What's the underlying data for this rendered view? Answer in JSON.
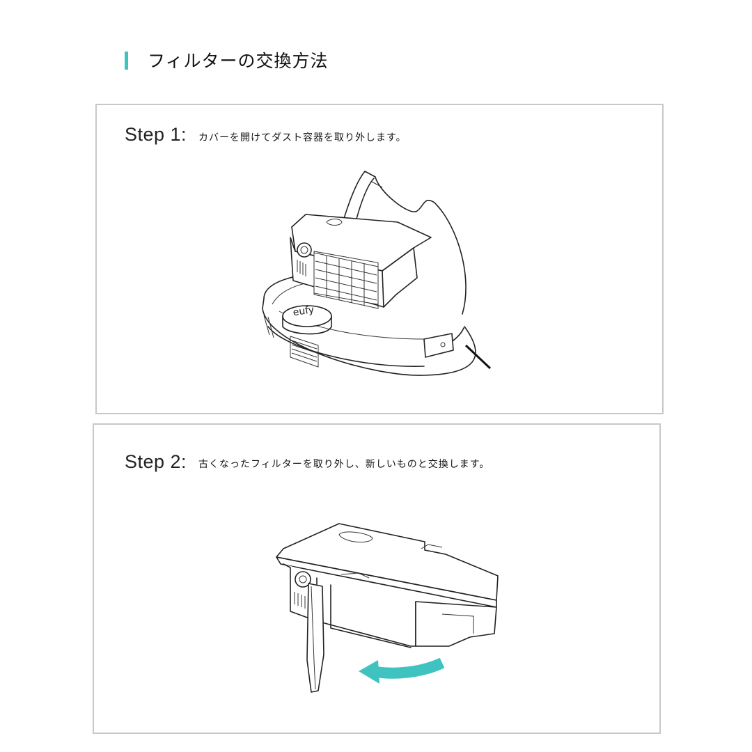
{
  "header": {
    "title": "フィルターの交換方法",
    "accent_color": "#3fc3c0"
  },
  "steps": [
    {
      "label": "Step 1:",
      "text": "カバーを開けてダスト容器を取り外します。",
      "illustration": "robot-vacuum-dustbin-icon"
    },
    {
      "label": "Step 2:",
      "text": "古くなったフィルターを取り外し、新しいものと交換します。",
      "illustration": "dustbin-filter-removal-icon",
      "arrow_color": "#3fc3c0"
    }
  ],
  "brand_logo_text": "eufy"
}
